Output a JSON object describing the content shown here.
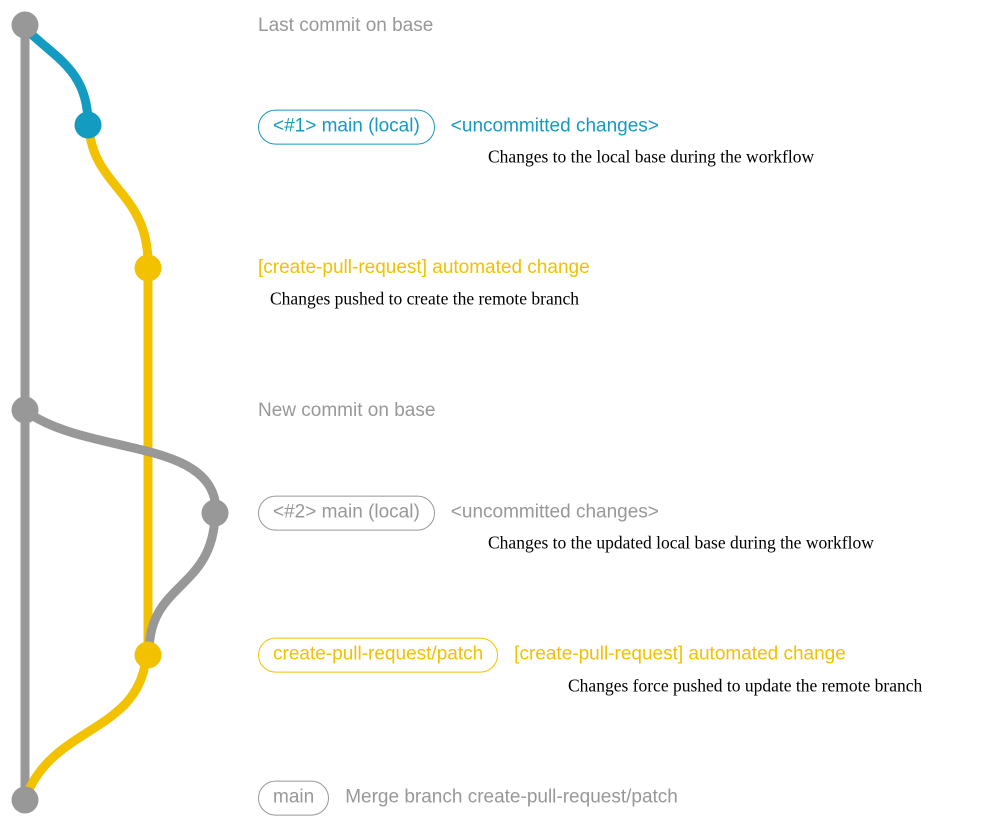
{
  "colors": {
    "gray": "#989898",
    "teal": "#149bc1",
    "yellow": "#f2c100",
    "ink": "#000000"
  },
  "labels": {
    "last_commit": "Last commit on base",
    "new_commit": "New commit on base",
    "row1": {
      "badge": "<#1> main (local)",
      "title": "<uncommitted changes>",
      "desc": "Changes to the local base during the workflow"
    },
    "row2": {
      "title": "[create-pull-request] automated change",
      "desc": "Changes pushed to create the remote branch"
    },
    "row3": {
      "badge": "<#2> main (local)",
      "title": "<uncommitted changes>",
      "desc": "Changes to the updated local base during the workflow"
    },
    "row4": {
      "badge": "create-pull-request/patch",
      "title": "[create-pull-request] automated change",
      "desc": "Changes force pushed to update the remote branch"
    },
    "row5": {
      "badge": "main",
      "title": "Merge branch create-pull-request/patch"
    }
  }
}
